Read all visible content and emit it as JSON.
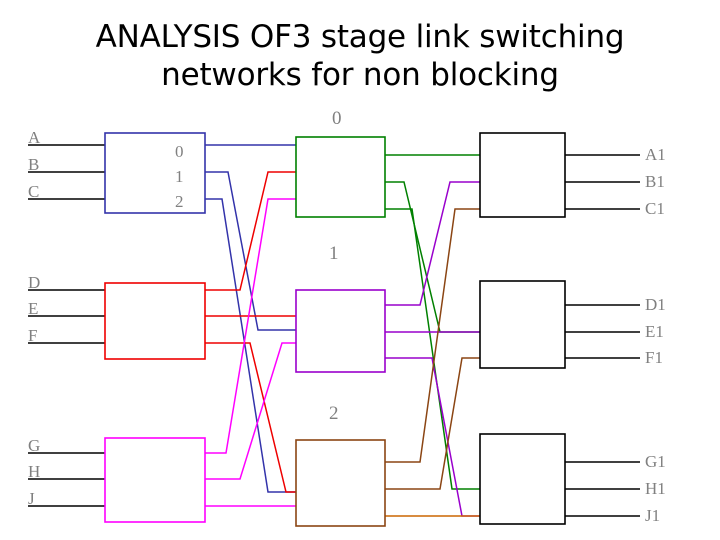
{
  "title": {
    "line1": "ANALYSIS OF3 stage link switching",
    "line2": "networks for non blocking"
  },
  "colors": {
    "black": "#000000",
    "gray_label": "#808080",
    "blue": "#3333aa",
    "red": "#ee0000",
    "magenta": "#ff00ff",
    "green": "#008000",
    "purple": "#9900cc",
    "brown": "#8b4513",
    "darkred": "#8b1a1a",
    "orange": "#cc6600"
  },
  "diagram": {
    "input_labels": [
      "A",
      "B",
      "C",
      "D",
      "E",
      "F",
      "G",
      "H",
      "J"
    ],
    "output_labels": [
      "A1",
      "B1",
      "C1",
      "D1",
      "E1",
      "F1",
      "G1",
      "H1",
      "J1"
    ],
    "first_switch_port_indices": [
      "0",
      "1",
      "2"
    ],
    "middle_stage_labels": [
      "0",
      "1",
      "2"
    ],
    "stage1_switches": [
      {
        "name": "switch-1-0",
        "color": "#3333aa"
      },
      {
        "name": "switch-1-1",
        "color": "#ee0000"
      },
      {
        "name": "switch-1-2",
        "color": "#ff00ff"
      }
    ],
    "stage2_switches": [
      {
        "name": "switch-2-0",
        "color": "#008000"
      },
      {
        "name": "switch-2-1",
        "color": "#9900cc"
      },
      {
        "name": "switch-2-2",
        "color": "#8b4513"
      }
    ],
    "stage3_switches": [
      {
        "name": "switch-3-0",
        "color": "#000000"
      },
      {
        "name": "switch-3-1",
        "color": "#000000"
      },
      {
        "name": "switch-3-2",
        "color": "#000000"
      }
    ]
  }
}
